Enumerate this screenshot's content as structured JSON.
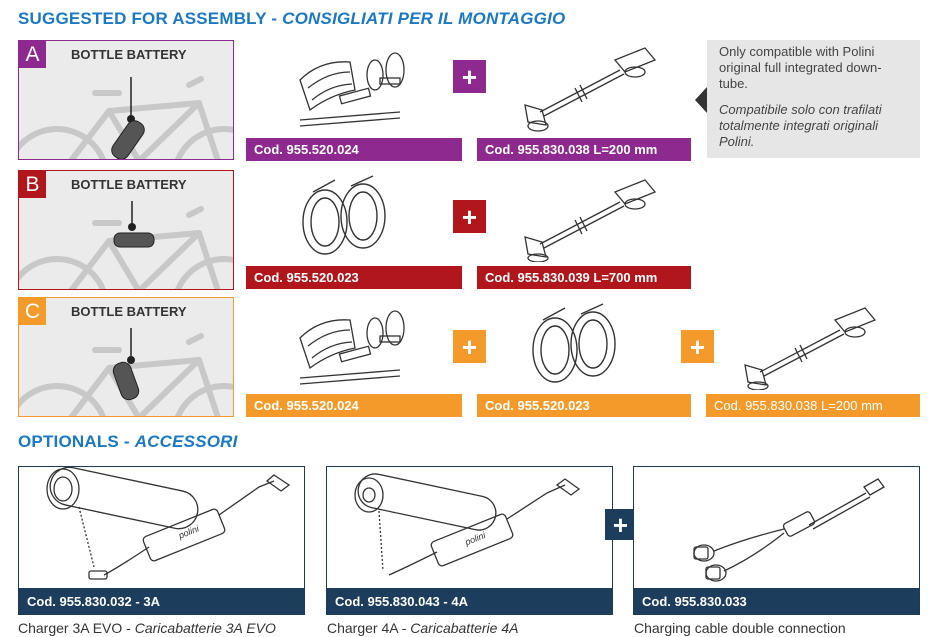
{
  "assembly": {
    "heading": "SUGGESTED FOR ASSEMBLY",
    "heading_sep": " - ",
    "heading_it": "CONSIGLIATI PER IL MONTAGGIO",
    "rows": [
      {
        "letter": "A",
        "title": "BOTTLE BATTERY",
        "color": "#8e2a8f",
        "codes": [
          "Cod. 955.520.024",
          "Cod. 955.830.038 L=200 mm"
        ]
      },
      {
        "letter": "B",
        "title": "BOTTLE BATTERY",
        "color": "#b0161b",
        "codes": [
          "Cod. 955.520.023",
          "Cod. 955.830.039 L=700 mm"
        ]
      },
      {
        "letter": "C",
        "title": "BOTTLE BATTERY",
        "color": "#f39a2a",
        "codes": [
          "Cod. 955.520.024",
          "Cod. 955.520.023",
          "Cod. 955.830.038 L=200 mm"
        ]
      }
    ],
    "plus": "+",
    "note": {
      "text": "Only compatible with Polini original full integrated down-tube.",
      "text_it": "Compatibile solo con trafilati totalmente integrati originali Polini."
    }
  },
  "optionals": {
    "heading": "OPTIONALS",
    "heading_sep": " - ",
    "heading_it": "ACCESSORI",
    "bar_color": "#1c3d5c",
    "items": [
      {
        "code": "Cod. 955.830.032 - 3A",
        "caption": "Charger 3A EVO",
        "caption_sep": " - ",
        "caption_it": "Caricabatterie 3A EVO"
      },
      {
        "code": "Cod. 955.830.043 - 4A",
        "caption": "Charger 4A",
        "caption_sep": " - ",
        "caption_it": "Caricabatterie 4A"
      },
      {
        "code": "Cod. 955.830.033",
        "caption": "Charging cable double connection",
        "caption_sep": "",
        "caption_it": ""
      }
    ],
    "plus": "+"
  }
}
